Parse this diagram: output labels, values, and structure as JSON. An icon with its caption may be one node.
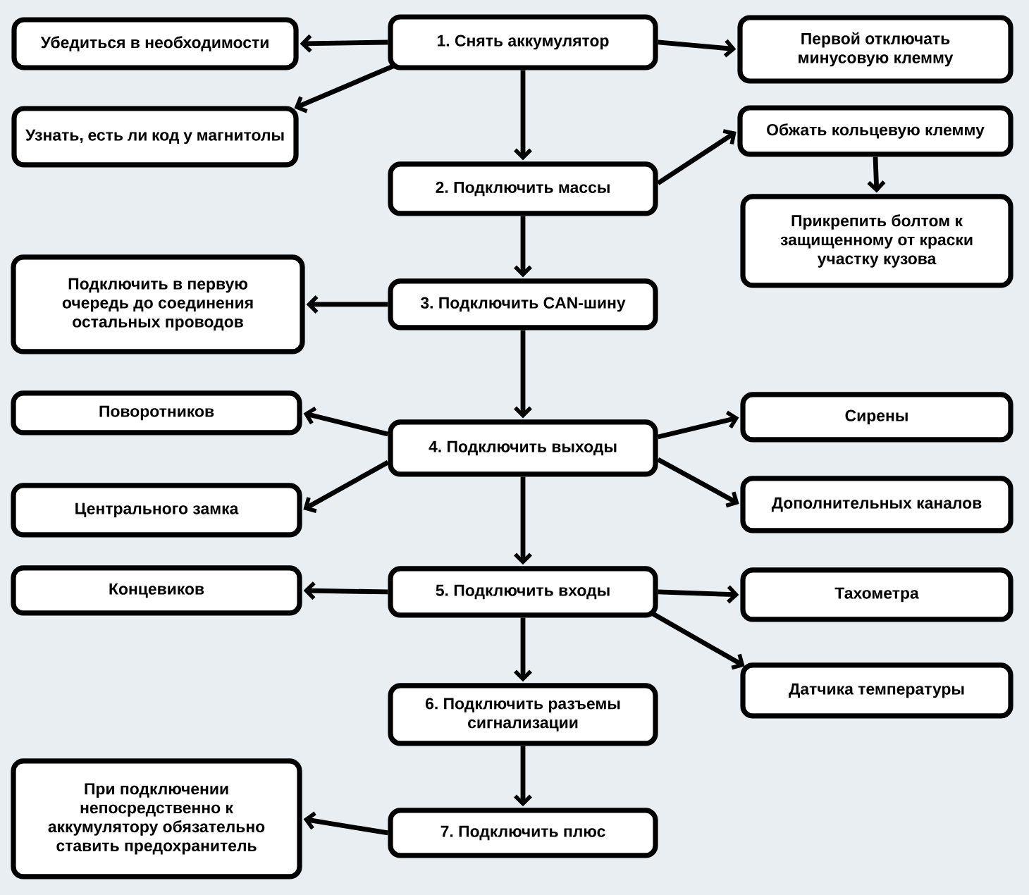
{
  "diagram": {
    "nodes": [
      {
        "text": [
          "1. Снять аккумулятор"
        ]
      },
      {
        "text": [
          "Убедиться в необходимости"
        ]
      },
      {
        "text": [
          "Первой отключать минусовую клемму"
        ]
      },
      {
        "text": [
          "Узнать, есть ли код у магнитолы"
        ]
      },
      {
        "text": [
          "2. Подключить массы"
        ]
      },
      {
        "text": [
          "Обжать кольцевую клемму"
        ]
      },
      {
        "text": [
          "Прикрепить болтом к защищенному от краски участку кузова"
        ]
      },
      {
        "text": [
          "3. Подключить CAN-шину"
        ]
      },
      {
        "text": [
          "Подключить в первую очередь до соединения остальных проводов"
        ]
      },
      {
        "text": [
          "4. Подключить выходы"
        ]
      },
      {
        "text": [
          "Поворотников"
        ]
      },
      {
        "text": [
          "Сирены"
        ]
      },
      {
        "text": [
          "Центрального замка"
        ]
      },
      {
        "text": [
          "Дополнительных каналов"
        ]
      },
      {
        "text": [
          "5. Подключить входы"
        ]
      },
      {
        "text": [
          "Концевиков"
        ]
      },
      {
        "text": [
          "Тахометра"
        ]
      },
      {
        "text": [
          "6. Подключить разъемы сигнализации"
        ]
      },
      {
        "text": [
          "Датчика температуры"
        ]
      },
      {
        "text": [
          "При подключении непосредственно к аккумулятору обязательно ставить предохранитель"
        ]
      },
      {
        "text": [
          "7. Подключить плюс"
        ]
      }
    ],
    "edges": [
      {
        "from": 0,
        "to": 1,
        "arrow": "to"
      },
      {
        "from": 0,
        "to": 2,
        "arrow": "to"
      },
      {
        "from": 0,
        "to": 3,
        "arrow": "to"
      },
      {
        "from": 0,
        "to": 4,
        "arrow": "to"
      },
      {
        "from": 4,
        "to": 5,
        "arrow": "to"
      },
      {
        "from": 5,
        "to": 6,
        "arrow": "to"
      },
      {
        "from": 4,
        "to": 7,
        "arrow": "to"
      },
      {
        "from": 7,
        "to": 8,
        "arrow": "to"
      },
      {
        "from": 7,
        "to": 9,
        "arrow": "to"
      },
      {
        "from": 9,
        "to": 10,
        "arrow": "to"
      },
      {
        "from": 9,
        "to": 12,
        "arrow": "to"
      },
      {
        "from": 9,
        "to": 11,
        "arrow": "to"
      },
      {
        "from": 9,
        "to": 13,
        "arrow": "to"
      },
      {
        "from": 9,
        "to": 14,
        "arrow": "to"
      },
      {
        "from": 14,
        "to": 15,
        "arrow": "to"
      },
      {
        "from": 14,
        "to": 16,
        "arrow": "to"
      },
      {
        "from": 14,
        "to": 18,
        "arrow": "to"
      },
      {
        "from": 14,
        "to": 17,
        "arrow": "to"
      },
      {
        "from": 17,
        "to": 20,
        "arrow": "to"
      },
      {
        "from": 20,
        "to": 19,
        "arrow": "to"
      }
    ]
  }
}
